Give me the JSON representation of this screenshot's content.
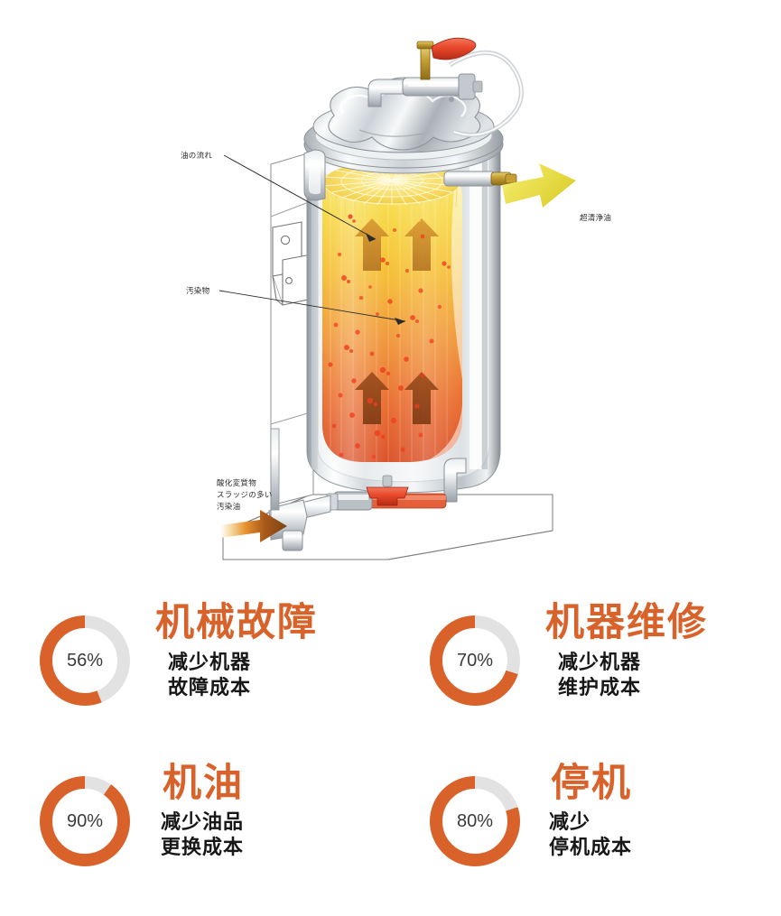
{
  "illustration": {
    "name": "oil-purifier-cutaway-diagram",
    "labels": {
      "oil_flow": "油の流れ",
      "contaminants": "汚染物",
      "clean_oil_out": "超清浄油",
      "dirty_oil_in_line1": "酸化変質物",
      "dirty_oil_in_line2": "スラッジの多い",
      "dirty_oil_in_line3": "汚染油"
    },
    "colors": {
      "clean_oil_arrow": "#ece04a",
      "dirty_oil_arrow": "#8a4a14",
      "oil_top": "#f6d94b",
      "oil_mid": "#f0972e",
      "oil_bottom": "#d8491f",
      "steel_light": "#f3f4f5",
      "steel_mid": "#c9ced3",
      "steel_dark": "#8b9298",
      "valve_red": "#e8472a",
      "brass": "#c79b2b",
      "outline": "#6d6d6d"
    }
  },
  "stats": {
    "accent_color": "#d9622b",
    "track_color": "#e2e2e2",
    "items": [
      {
        "id": "mechanical-failure",
        "percent": 56,
        "percent_label": "56%",
        "title": "机械故障",
        "description": "减少机器\n故障成本"
      },
      {
        "id": "machine-maintenance",
        "percent": 70,
        "percent_label": "70%",
        "title": "机器维修",
        "description": "减少机器\n维护成本"
      },
      {
        "id": "engine-oil",
        "percent": 90,
        "percent_label": "90%",
        "title": "机油",
        "description": "减少油品\n更换成本"
      },
      {
        "id": "downtime",
        "percent": 80,
        "percent_label": "80%",
        "title": "停机",
        "description": "减少\n停机成本"
      }
    ]
  },
  "chart_data": {
    "type": "pie",
    "title": "",
    "charts": [
      {
        "label": "机械故障",
        "value": 56,
        "remainder": 44,
        "unit": "%",
        "direction": "counter-clockwise",
        "start_angle_deg": 90
      },
      {
        "label": "机器维修",
        "value": 70,
        "remainder": 30,
        "unit": "%",
        "direction": "counter-clockwise",
        "start_angle_deg": 90
      },
      {
        "label": "机油",
        "value": 90,
        "remainder": 10,
        "unit": "%",
        "direction": "counter-clockwise",
        "start_angle_deg": 90
      },
      {
        "label": "停机",
        "value": 80,
        "remainder": 20,
        "unit": "%",
        "direction": "counter-clockwise",
        "start_angle_deg": 90
      }
    ],
    "series": [
      {
        "name": "reduction",
        "values": [
          56,
          70,
          90,
          80
        ]
      }
    ],
    "categories": [
      "机械故障",
      "机器维修",
      "机油",
      "停机"
    ],
    "ylim": [
      0,
      100
    ],
    "legend": "none",
    "grid": false
  }
}
